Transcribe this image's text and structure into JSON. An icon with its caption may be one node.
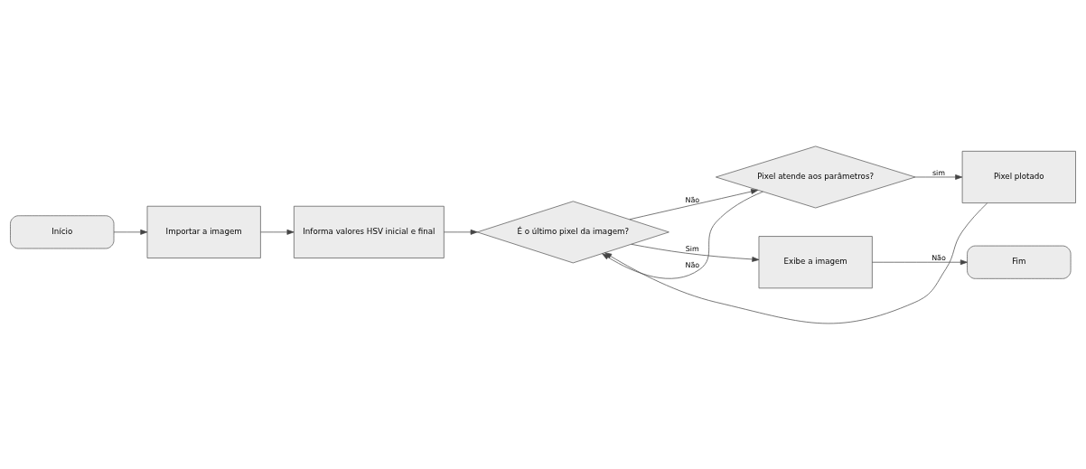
{
  "diagram": {
    "nodes": [
      {
        "text": [
          "Início"
        ]
      },
      {
        "text": [
          "Importar a imagem"
        ]
      },
      {
        "text": [
          "Informa valores HSV inicial e final"
        ]
      },
      {
        "text": [
          "É o último pixel da imagem?"
        ]
      },
      {
        "text": [
          "Pixel atende aos parâmetros?"
        ]
      },
      {
        "text": [
          "Pixel plotado"
        ]
      },
      {
        "text": [
          "Exibe a imagem"
        ]
      },
      {
        "text": [
          "Fim"
        ]
      }
    ],
    "edges": [
      {
        "from": 0,
        "to": 1,
        "arrow": "to"
      },
      {
        "from": 1,
        "to": 2,
        "arrow": "to"
      },
      {
        "from": 2,
        "to": 3,
        "arrow": "to"
      },
      {
        "from": 3,
        "to": 4,
        "label": "Não",
        "arrow": "to"
      },
      {
        "from": 4,
        "to": 5,
        "label": "sim",
        "arrow": "to"
      },
      {
        "from": 5,
        "to": 3,
        "arrow": "to"
      },
      {
        "from": 4,
        "to": 3,
        "label": "Não",
        "arrow": "to"
      },
      {
        "from": 3,
        "to": 6,
        "label": "Sim",
        "arrow": "to"
      },
      {
        "from": 6,
        "to": 7,
        "label": "Não",
        "arrow": "to"
      }
    ]
  }
}
